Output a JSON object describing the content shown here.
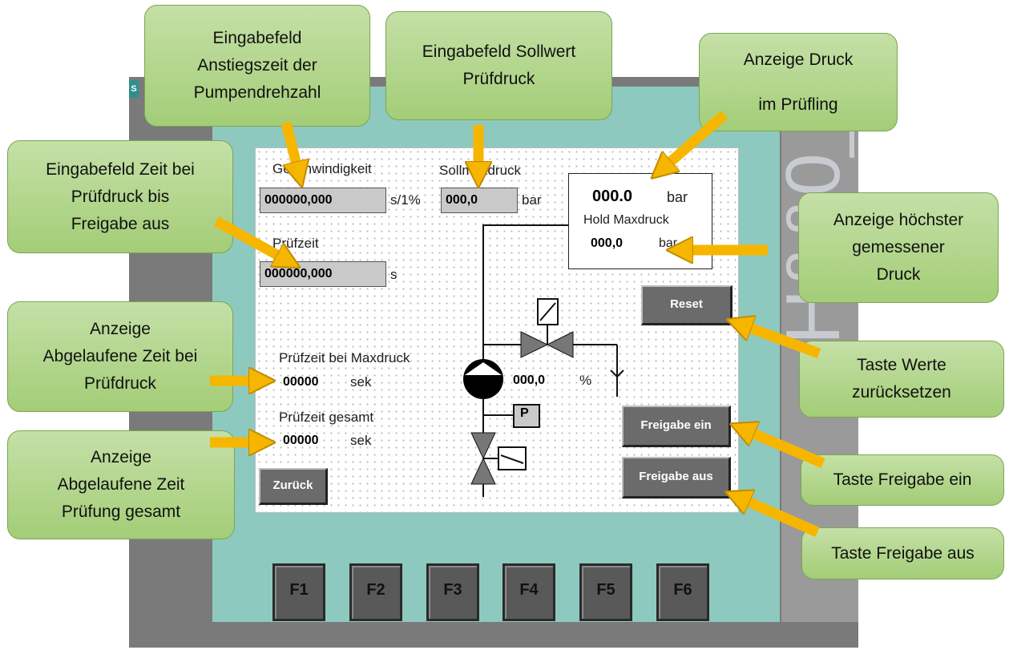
{
  "device": {
    "brand_letter": "S",
    "model_text": "H&&0_"
  },
  "screen": {
    "geschwindigkeit": {
      "label": "Geschwindigkeit",
      "value": "000000,000",
      "unit": "s/1%"
    },
    "sollmaxdruck": {
      "label": "Sollmaxdruck",
      "value": "000,0",
      "unit": "bar"
    },
    "pruefzeit": {
      "label": "Prüfzeit",
      "value": "000000,000",
      "unit": "s"
    },
    "pressure_display": {
      "value": "000.0",
      "unit": "bar",
      "hold_label": "Hold Maxdruck",
      "hold_value": "000,0",
      "hold_unit": "bar"
    },
    "pump": {
      "value": "000,0",
      "unit": "%"
    },
    "pressure_sensor_letter": "P",
    "pruefzeit_maxdruck": {
      "label": "Prüfzeit bei Maxdruck",
      "value": "00000",
      "unit": "sek"
    },
    "pruefzeit_gesamt": {
      "label": "Prüfzeit gesamt",
      "value": "00000",
      "unit": "sek"
    },
    "buttons": {
      "reset": "Reset",
      "freigabe_ein": "Freigabe ein",
      "freigabe_aus": "Freigabe aus",
      "zurueck": "Zurück"
    }
  },
  "function_keys": [
    "F1",
    "F2",
    "F3",
    "F4",
    "F5",
    "F6"
  ],
  "callouts": {
    "anstiegszeit": [
      "Eingabefeld",
      "Anstiegszeit der",
      "Pumpendrehzahl"
    ],
    "sollwert": [
      "Eingabefeld Sollwert",
      "Prüfdruck"
    ],
    "anzeige_druck": [
      "Anzeige Druck",
      "im Prüfling"
    ],
    "zeit_freigabe": [
      "Eingabefeld Zeit bei",
      "Prüfdruck bis",
      "Freigabe aus"
    ],
    "hoechster_druck": [
      "Anzeige höchster",
      "gemessener",
      "Druck"
    ],
    "abgelaufen_pruefdruck": [
      "Anzeige",
      "Abgelaufene Zeit bei",
      "Prüfdruck"
    ],
    "werte_zuruecksetzen": [
      "Taste Werte",
      "zurücksetzen"
    ],
    "abgelaufen_gesamt": [
      "Anzeige",
      "Abgelaufene Zeit",
      "Prüfung gesamt"
    ],
    "taste_ein": [
      "Taste Freigabe ein"
    ],
    "taste_aus": [
      "Taste Freigabe aus"
    ]
  },
  "colors": {
    "callout_fill": "#a3cd77",
    "arrow": "#f6b600",
    "bezel": "#8ec9bf",
    "device": "#7a7a7a"
  }
}
